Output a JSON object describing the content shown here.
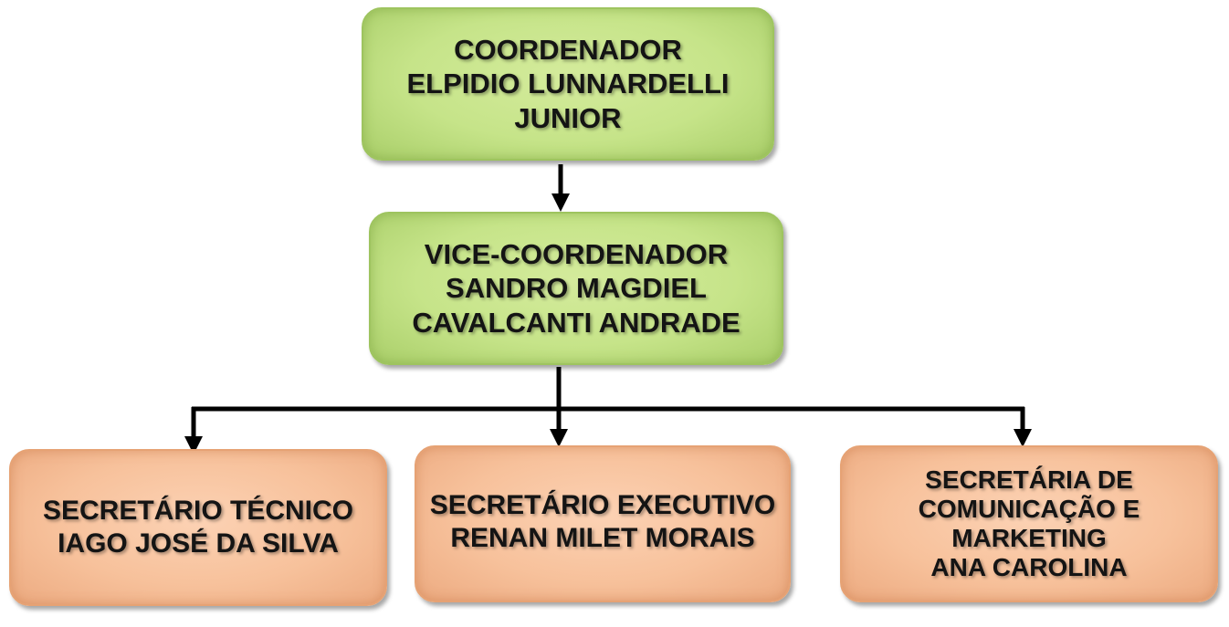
{
  "coordinator": {
    "lines": [
      "COORDENADOR",
      "ELPIDIO LUNNARDELLI",
      "JUNIOR"
    ]
  },
  "vice_coordinator": {
    "lines": [
      "VICE-COORDENADOR",
      "SANDRO MAGDIEL",
      "CAVALCANTI ANDRADE"
    ]
  },
  "secretaries": [
    {
      "lines": [
        "SECRETÁRIO TÉCNICO",
        "IAGO JOSÉ DA SILVA"
      ]
    },
    {
      "lines": [
        "SECRETÁRIO EXECUTIVO",
        "RENAN MILET MORAIS"
      ]
    },
    {
      "lines": [
        "SECRETÁRIA DE",
        "COMUNICAÇÃO E",
        "MARKETING",
        "ANA CAROLINA"
      ]
    }
  ],
  "colors": {
    "top_level_fill": "#c6e489",
    "bottom_level_fill": "#f7c19b",
    "connector": "#000000"
  }
}
